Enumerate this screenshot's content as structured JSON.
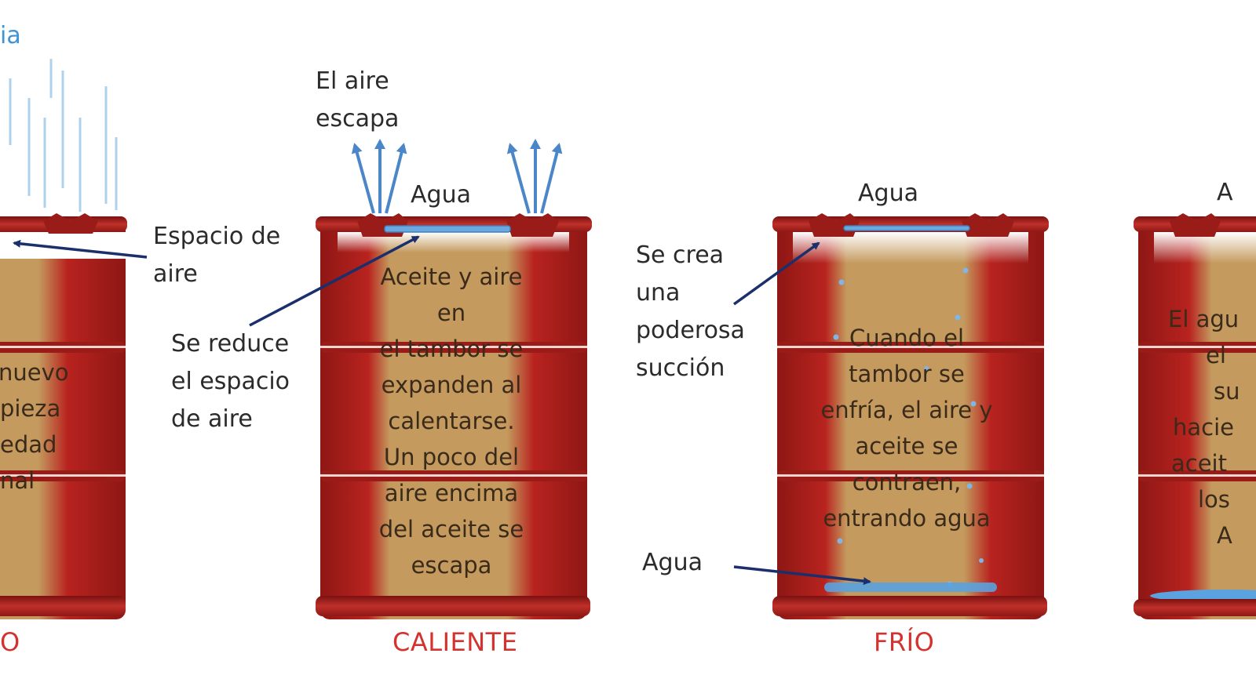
{
  "labels": {
    "rain_fragment": "ia",
    "air_space": [
      "Espacio de",
      "aire"
    ],
    "air_escapes": [
      "El aire",
      "escapa"
    ],
    "water_top_hot": "Agua",
    "space_reduced": [
      "Se reduce",
      "el espacio",
      "de aire"
    ],
    "water_top_cold": "Agua",
    "suction": [
      "Se crea",
      "una",
      "poderosa",
      "succión"
    ],
    "water_bottom": "Agua",
    "water_top_right": "A"
  },
  "drums": [
    {
      "caption": "O",
      "text": [
        "nuevo",
        "pieza",
        "edad",
        "nal"
      ]
    },
    {
      "caption": "CALIENTE",
      "text": [
        "Aceite y aire",
        "en",
        "el tambor se",
        "expanden al",
        "calentarse.",
        "Un poco del",
        "aire encima",
        "del aceite se",
        "escapa"
      ]
    },
    {
      "caption": "FRÍO",
      "text": [
        "Cuando el",
        "tambor se",
        "enfría, el aire y",
        "aceite se",
        "contraen,",
        "entrando agua"
      ]
    },
    {
      "caption": "",
      "text": [
        "El agu",
        "el",
        "su",
        "hacie",
        "aceit",
        "los",
        "A"
      ]
    }
  ],
  "colors": {
    "drum_red": "#b8231f",
    "drum_dark": "#8e1714",
    "oil": "#c49a5e",
    "water": "#4a90d0",
    "arrow_navy": "#1a2f6b",
    "arrow_blue": "#4a86c8",
    "caption_red": "#d3322f"
  }
}
